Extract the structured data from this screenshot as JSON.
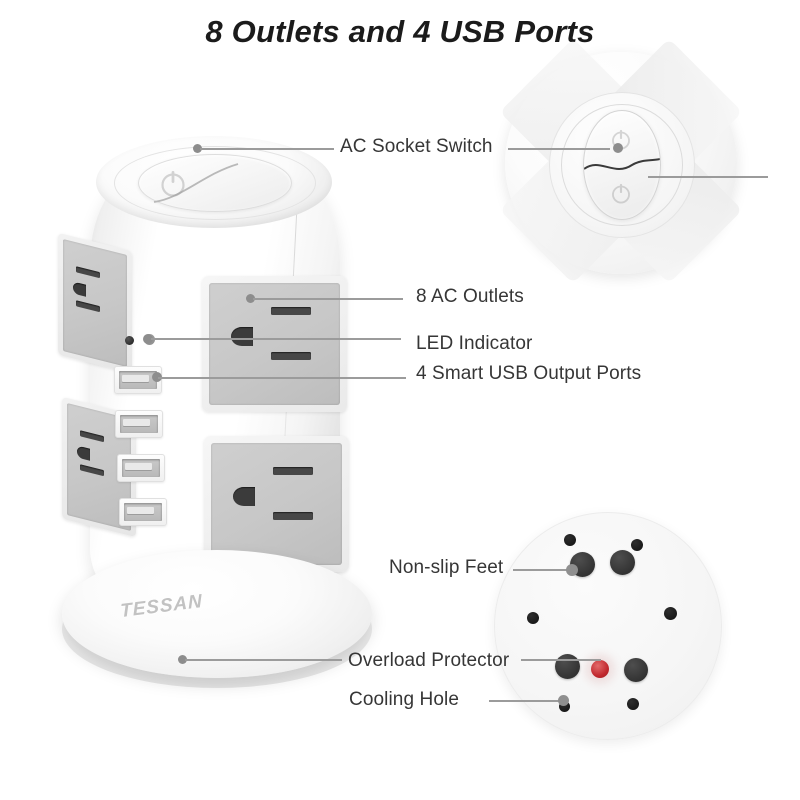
{
  "page": {
    "title": "8 Outlets and 4 USB Ports",
    "brand": "TESSAN",
    "background_color": "#ffffff",
    "text_color": "#363636",
    "leader_line_color": "#9b9b9b"
  },
  "labels": {
    "ac_socket_switch": "AC Socket Switch",
    "ac_outlets": "8 AC Outlets",
    "led_indicator": "LED Indicator",
    "usb_ports": "4 Smart USB Output Ports",
    "non_slip_feet": "Non-slip Feet",
    "overload_protector": "Overload Protector",
    "cooling_hole": "Cooling Hole"
  },
  "product": {
    "type": "power-strip-tower",
    "outlet_count": 8,
    "usb_count": 4,
    "outlet_face_color": "#c7c7c7",
    "body_color": "#ffffff",
    "front_outlets": 2,
    "side_outlets": 2,
    "led_indicators": 2
  },
  "detail_top": {
    "name": "top-view-switch-detail",
    "switch_positions": 2,
    "icon": "power-icon"
  },
  "detail_bottom": {
    "name": "bottom-view-detail",
    "feet_count": 4,
    "cooling_holes": 5,
    "protector_color": "#c0272d",
    "foot_color": "#333333"
  }
}
